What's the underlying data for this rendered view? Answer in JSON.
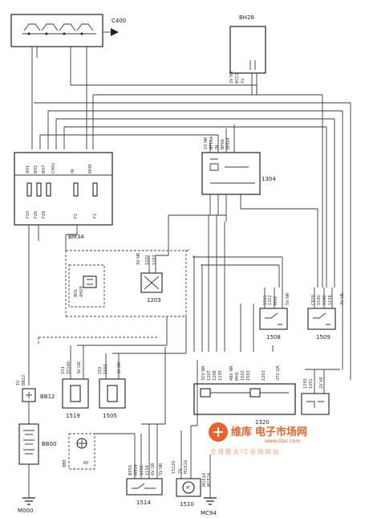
{
  "components": {
    "c400": "C400",
    "bh28": "BH28",
    "bm34": "BM34",
    "c1304": "1304",
    "c1203": "1203",
    "c1508": "1508",
    "c1509": "1509",
    "c1519": "1519",
    "c1505": "1505",
    "c1514": "1514",
    "c1510": "1510",
    "c1320": "1320",
    "bb12": "BB12",
    "bb00": "BB00",
    "m000": "M000",
    "mc94": "MC94"
  },
  "watermark": {
    "brand": "维库",
    "brand2": "电子市场网",
    "url": "www.dzsc.com",
    "tagline": "全球最大IC采购网站"
  }
}
